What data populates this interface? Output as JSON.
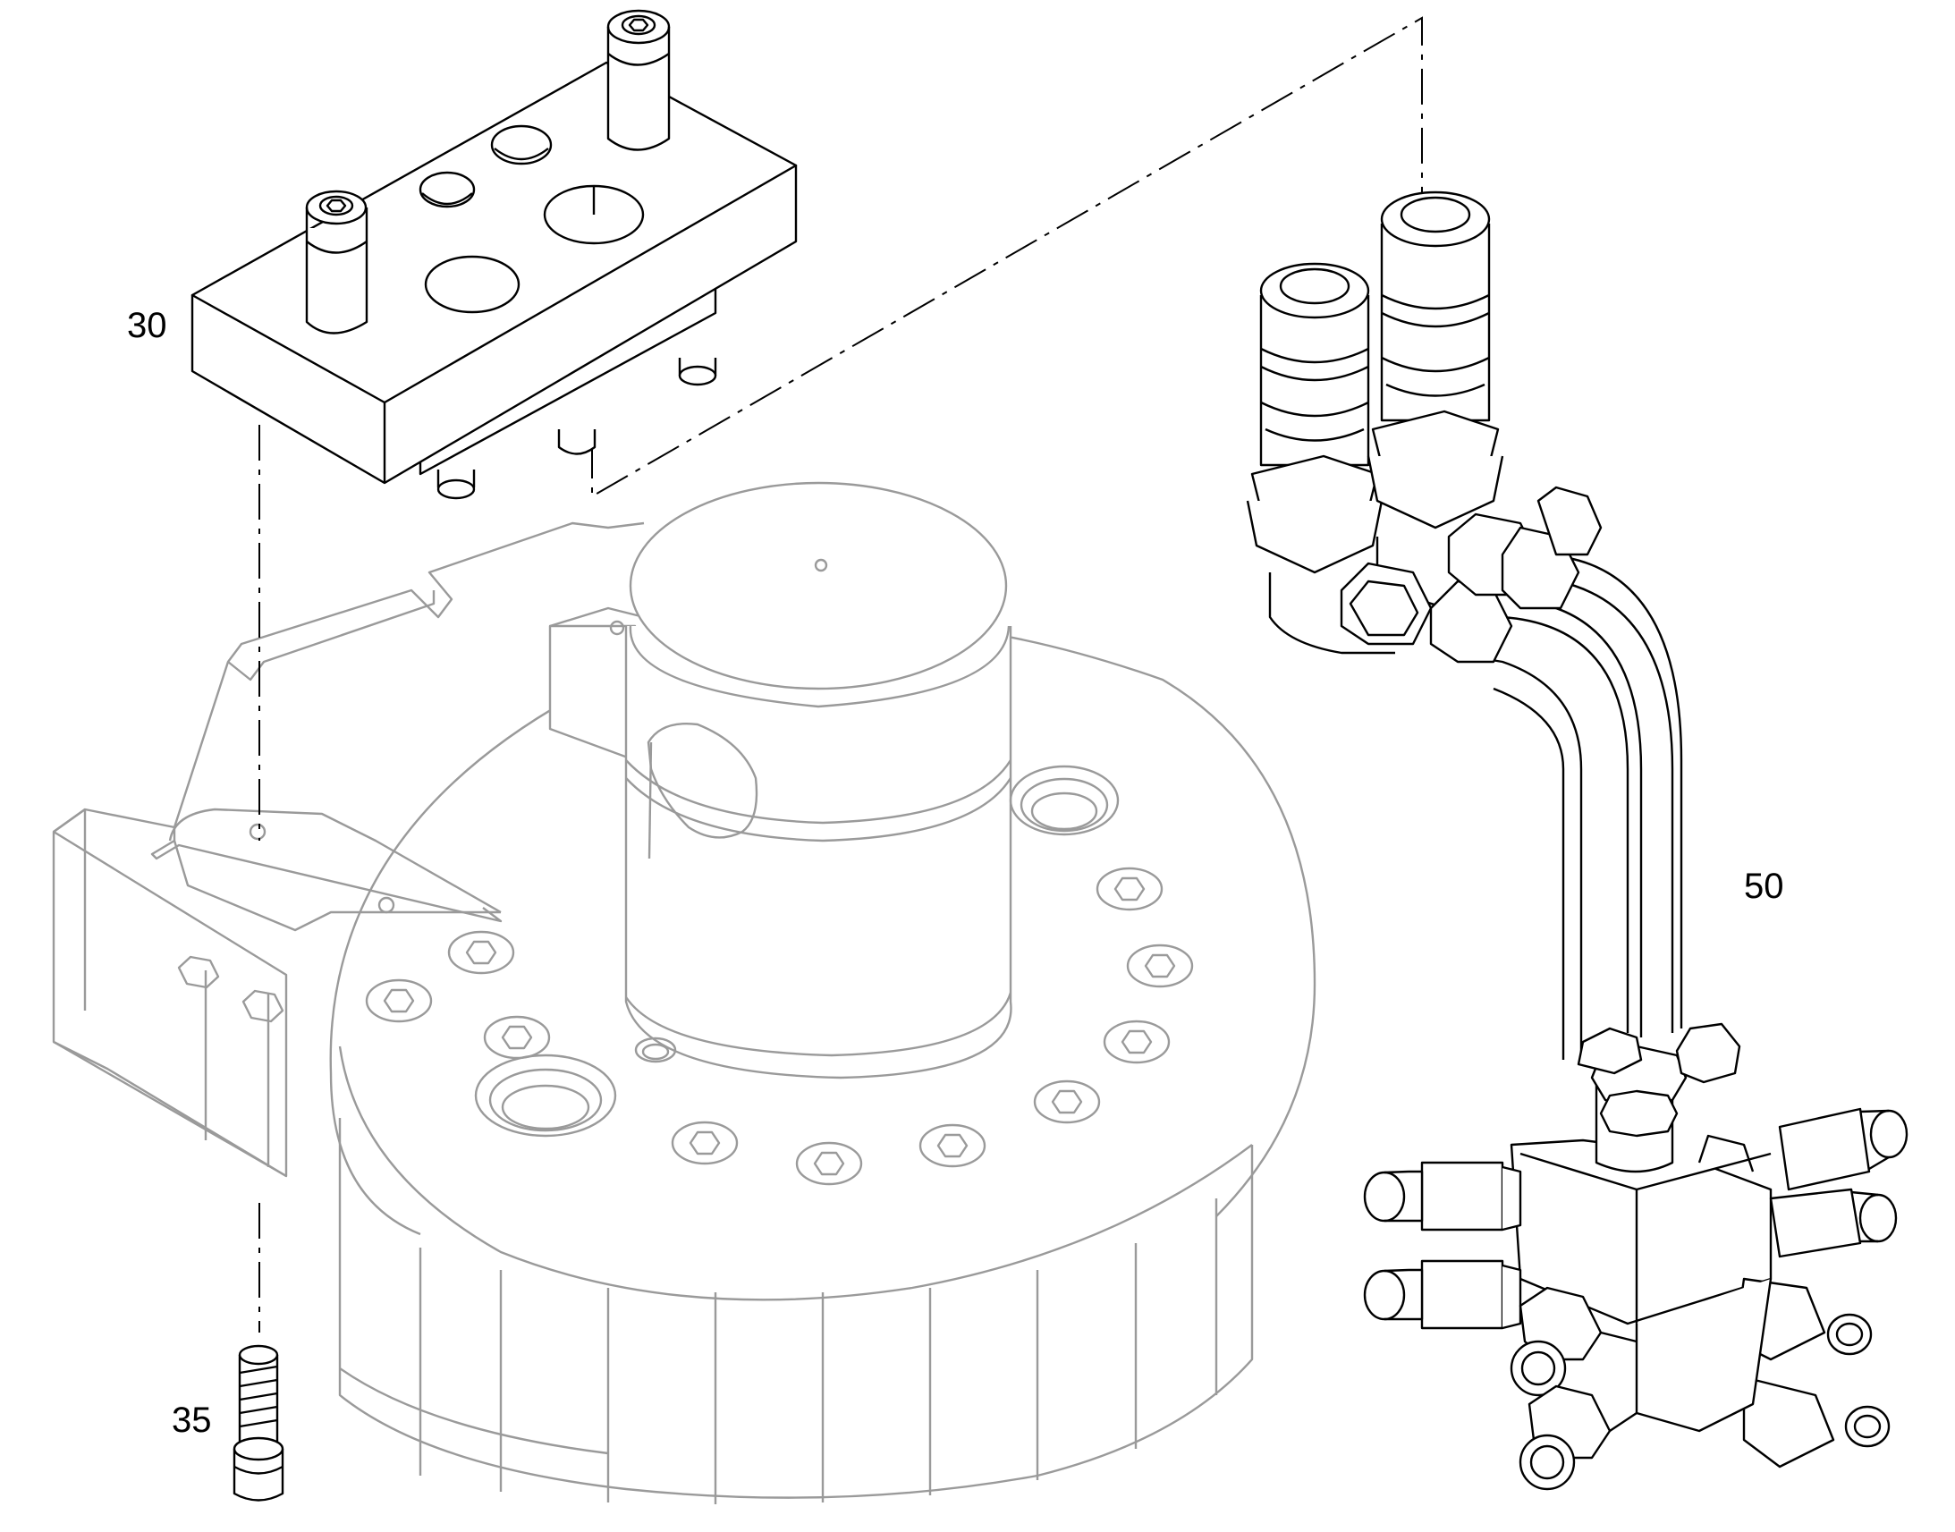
{
  "callouts": {
    "part_30": "30",
    "part_35": "35",
    "part_50": "50"
  },
  "colors": {
    "ink": "#000000",
    "ghost": "#9a9a9a",
    "paper": "#ffffff"
  }
}
